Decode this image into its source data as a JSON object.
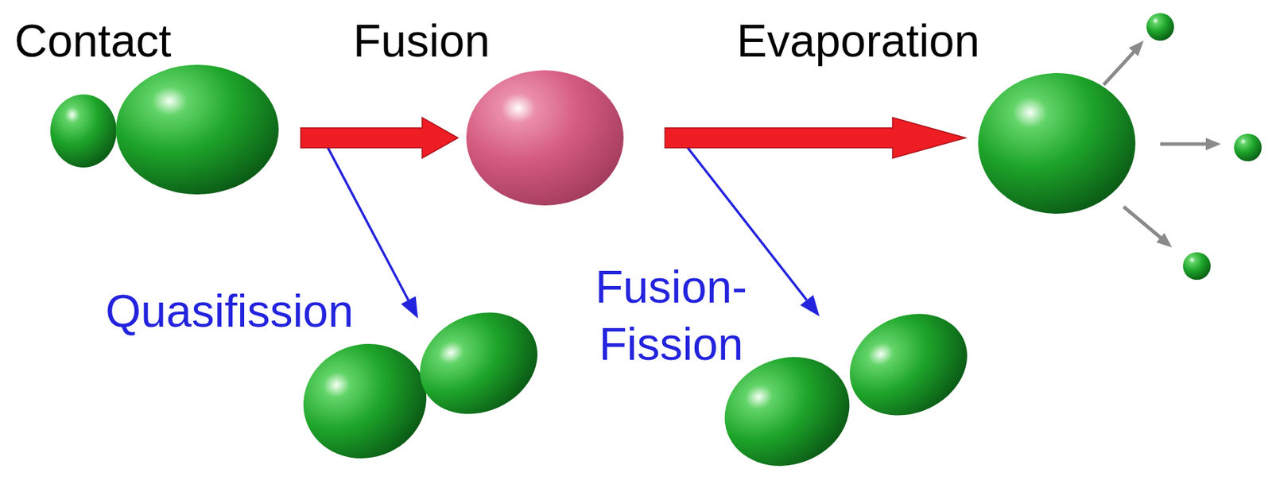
{
  "diagram": {
    "nodes": [
      {
        "text": [
          "Contact"
        ]
      },
      {
        "text": [
          "Fusion"
        ]
      },
      {
        "text": [
          "Evaporation"
        ]
      },
      {
        "text": [
          "Quasifission"
        ]
      },
      {
        "text": [
          "Fusion-Fission"
        ]
      }
    ],
    "edges": [
      {
        "from": 0,
        "to": 1,
        "arrow": "to"
      },
      {
        "from": 0,
        "to": 3,
        "arrow": "to"
      },
      {
        "from": 1,
        "to": 2,
        "arrow": "to"
      },
      {
        "from": 1,
        "to": 4,
        "arrow": "to"
      }
    ]
  }
}
